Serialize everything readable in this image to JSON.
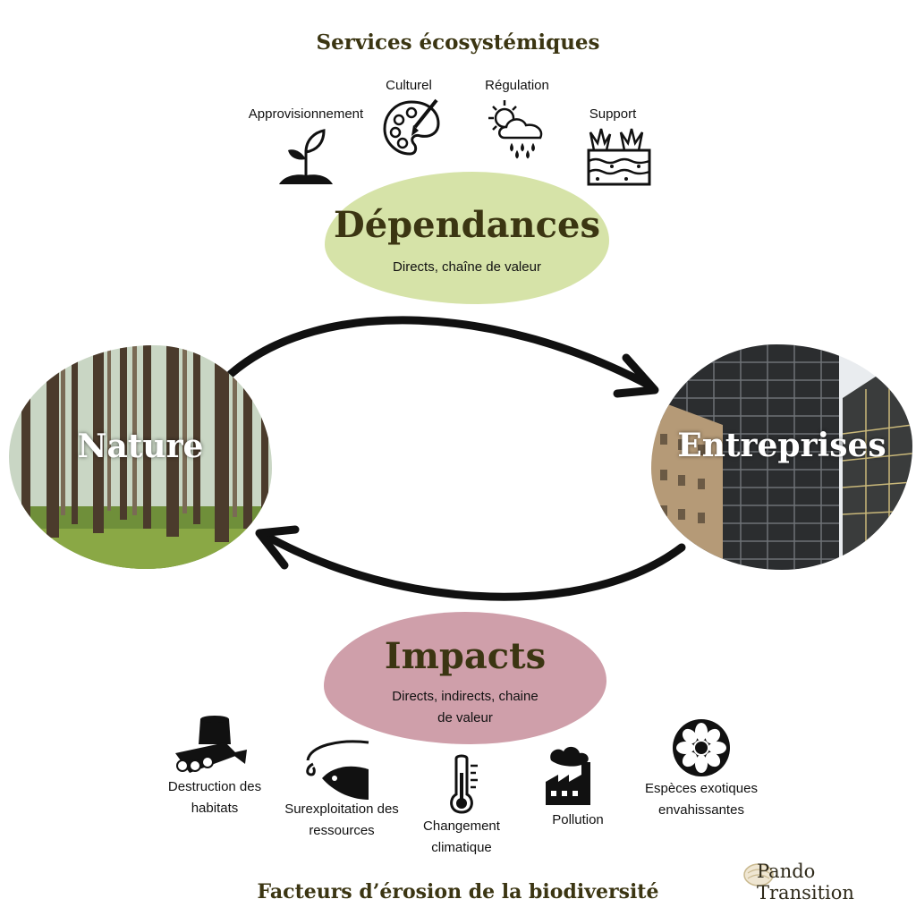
{
  "top_title": "Services écosystémiques",
  "services": [
    {
      "label": "Approvisionnement",
      "icon": "sprout-icon"
    },
    {
      "label": "Culturel",
      "icon": "palette-icon"
    },
    {
      "label": "Régulation",
      "icon": "sun-rain-cloud-icon"
    },
    {
      "label": "Support",
      "icon": "soil-layers-icon"
    }
  ],
  "dependances": {
    "title": "Dépendances",
    "subtitle": "Directs, chaîne de valeur"
  },
  "nature": {
    "label": "Nature"
  },
  "entreprises": {
    "label": "Entreprises"
  },
  "impacts": {
    "title": "Impacts",
    "subtitle_line1": "Directs, indirects, chaine",
    "subtitle_line2": "de valeur"
  },
  "factors": [
    {
      "line1": "Destruction des",
      "line2": "habitats",
      "icon": "bulldozer-stump-icon"
    },
    {
      "line1": "Surexploitation des",
      "line2": "ressources",
      "icon": "fishing-hook-fish-icon"
    },
    {
      "line1": "Changement",
      "line2": "climatique",
      "icon": "thermometer-icon"
    },
    {
      "line1": "Pollution",
      "line2": "",
      "icon": "factory-icon"
    },
    {
      "line1": "Espèces exotiques",
      "line2": "envahissantes",
      "icon": "flower-circle-icon"
    }
  ],
  "bottom_title": "Facteurs d’érosion de la biodiversité",
  "logo": "Pando Transition",
  "colors": {
    "dependances": "#d6e3a8",
    "impacts": "#cf9faa",
    "title": "#3b3512"
  }
}
